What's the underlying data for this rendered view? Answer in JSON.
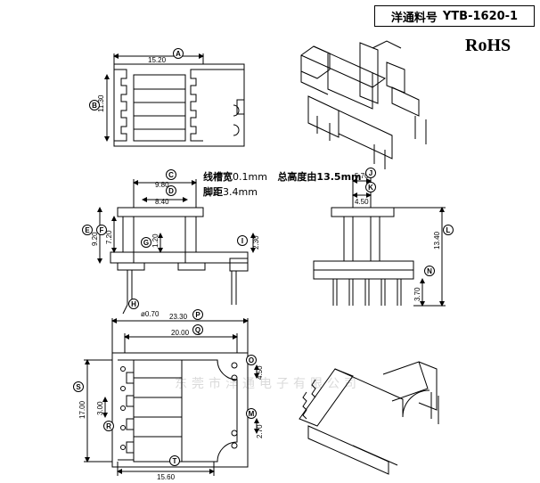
{
  "header": {
    "part_label": "洋通料号",
    "part_number": "YTB-1620-1",
    "rohs": "RoHS"
  },
  "notes": {
    "line1_label": "线槽宽",
    "line1_value": "0.1mm",
    "line1_label2": "总高度由13.5",
    "line1_unit": "mm",
    "line2_label": "脚距",
    "line2_value": "3.4mm"
  },
  "watermark": "东莞市洋通电子有限公司",
  "dimensions": {
    "A": "15.20",
    "B": "11.30",
    "C": "9.80",
    "D": "8.40",
    "E": "9.20",
    "F": "7.20",
    "G": "1.20",
    "H": "ø0.70",
    "I": "2.30",
    "J": "5.70",
    "K": "4.50",
    "L": "13.40",
    "N": "3.70",
    "P": "23.30",
    "Q": "20.00",
    "S": "17.00",
    "R": "3.00",
    "M": "2.70",
    "O": "4.50",
    "T": "15.60"
  },
  "colors": {
    "line": "#000000",
    "watermark": "#969696",
    "rohs": "#000000"
  }
}
